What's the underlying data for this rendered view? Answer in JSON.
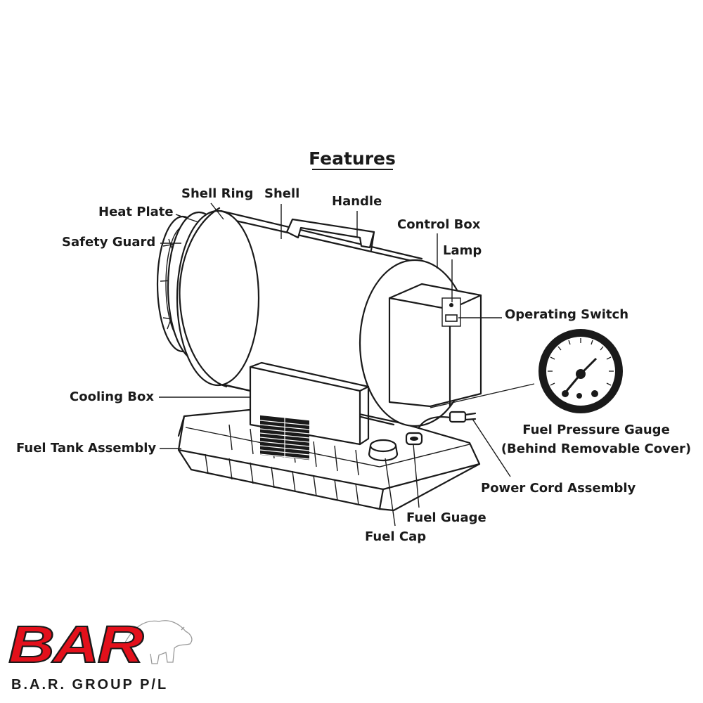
{
  "title": "Features",
  "labels": {
    "shell_ring": "Shell Ring",
    "shell": "Shell",
    "heat_plate": "Heat Plate",
    "handle": "Handle",
    "control_box": "Control Box",
    "safety_guard": "Safety Guard",
    "lamp": "Lamp",
    "operating_switch": "Operating Switch",
    "cooling_box": "Cooling Box",
    "fuel_pressure_gauge": "Fuel Pressure Gauge",
    "behind_removable_cover": "(Behind Removable Cover)",
    "fuel_tank_assembly": "Fuel Tank Assembly",
    "power_cord_assembly": "Power Cord Assembly",
    "fuel_guage": "Fuel Guage",
    "fuel_cap": "Fuel Cap"
  },
  "logo": {
    "mark": "BAR",
    "tagline": "B.A.R. GROUP P/L",
    "color": "#e3101b"
  },
  "colors": {
    "ink": "#1a1a1a",
    "background": "#ffffff"
  }
}
